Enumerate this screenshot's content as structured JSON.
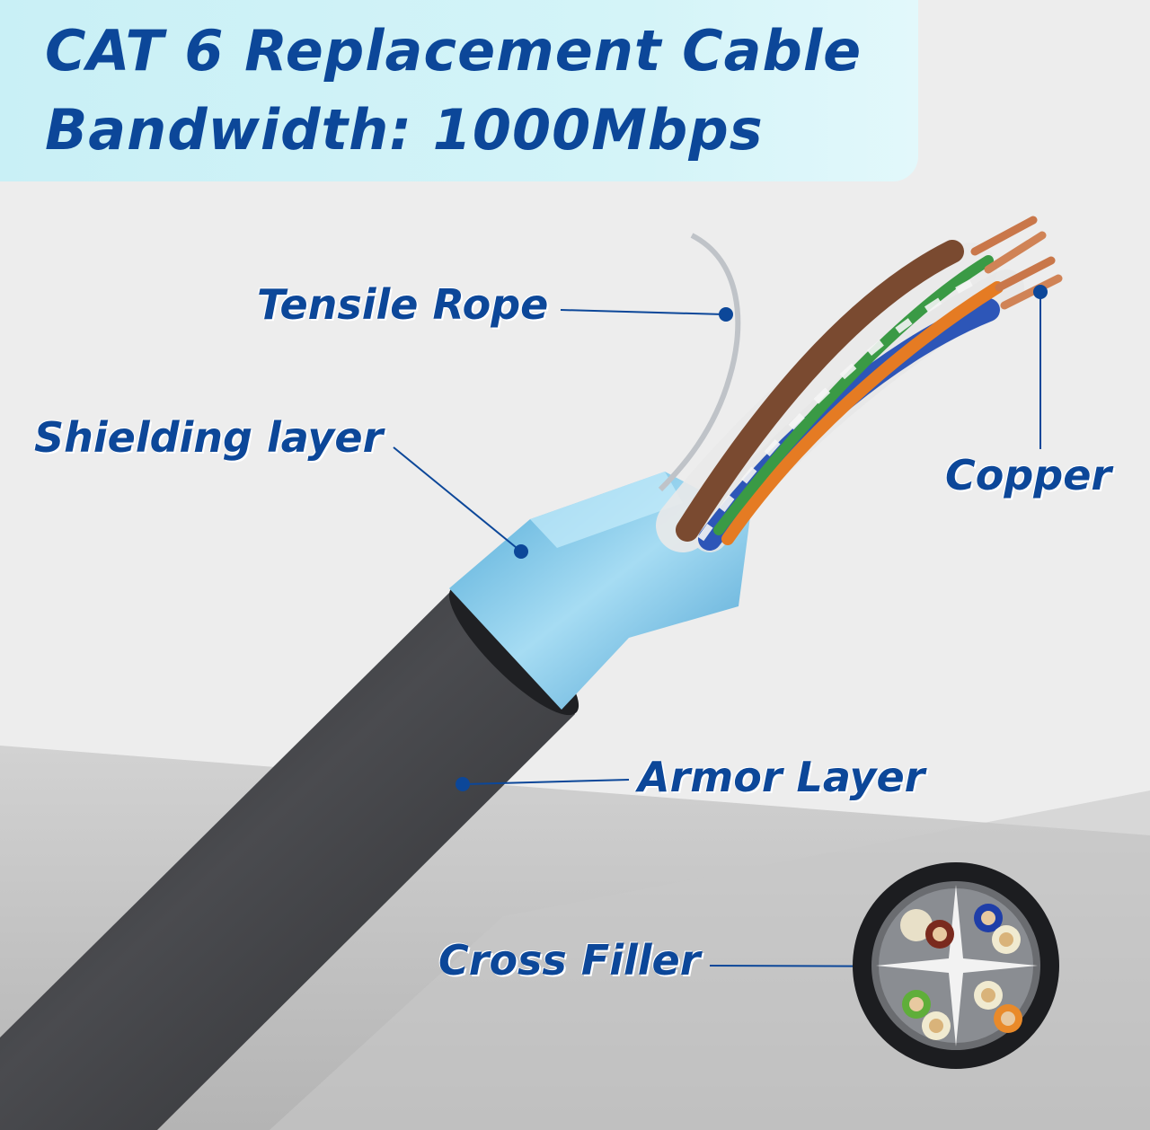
{
  "header": {
    "title_line_1": "CAT 6 Replacement Cable",
    "title_line_2": "Bandwidth: 1000Mbps"
  },
  "callouts": {
    "tensile_rope": "Tensile Rope",
    "shielding_layer": "Shielding layer",
    "copper": "Copper",
    "armor_layer": "Armor Layer",
    "cross_filler": "Cross Filler"
  },
  "colors": {
    "label_blue": "#0c4799",
    "banner_bg": "#cdf1f7",
    "jacket": "#3a3b3e",
    "shield_foil": "#7cc6e8",
    "copper": "#c9774a"
  }
}
